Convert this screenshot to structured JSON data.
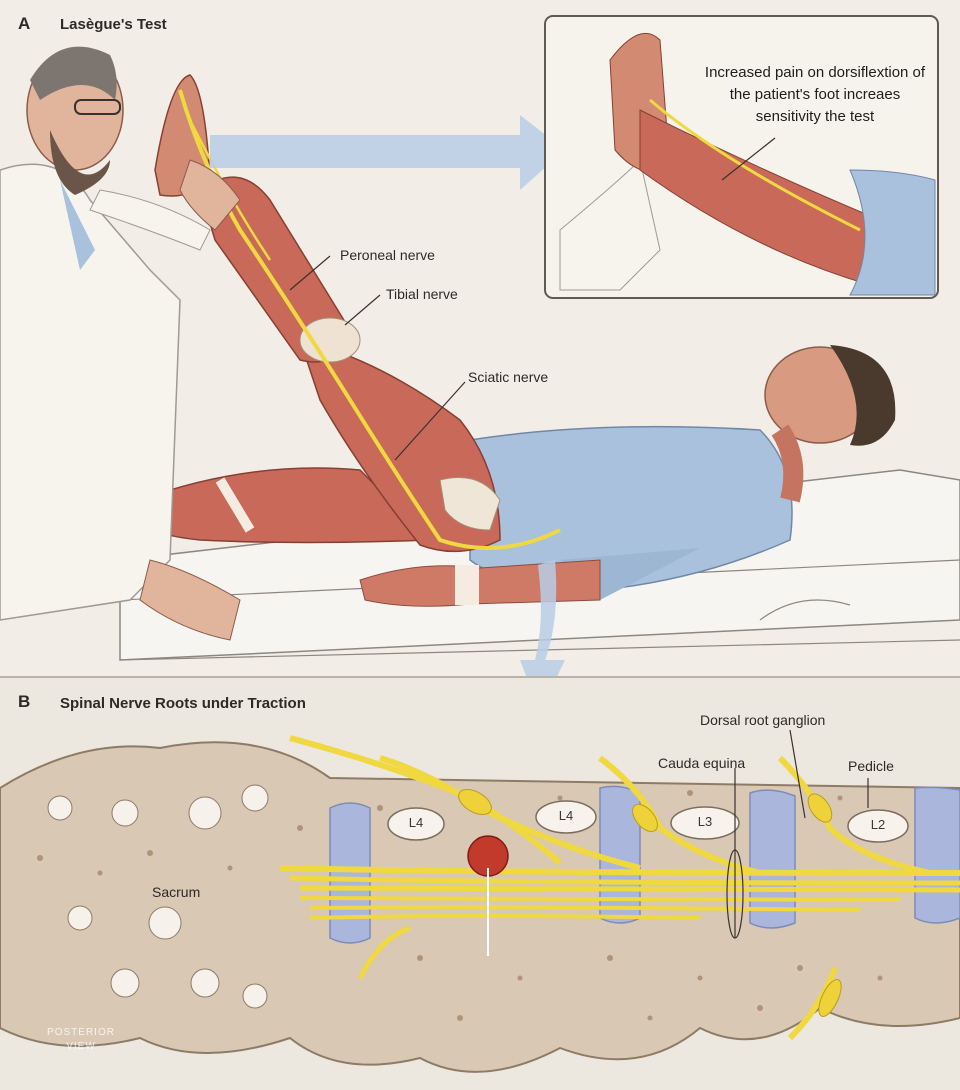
{
  "panel_a": {
    "letter": "A",
    "title": "Lasègue's Test",
    "inset_caption": "Increased pain on dorsiflextion of the patient's foot increaes sensitivity the test",
    "labels": {
      "peroneal": "Peroneal nerve",
      "tibial": "Tibial nerve",
      "sciatic": "Sciatic nerve"
    }
  },
  "panel_b": {
    "letter": "B",
    "title": "Spinal Nerve Roots under Traction",
    "labels": {
      "dorsal_root_ganglion": "Dorsal root ganglion",
      "cauda_equina": "Cauda equina",
      "pedicle": "Pedicle",
      "sacrum": "Sacrum"
    },
    "vertebrae": [
      "L4",
      "L4",
      "L3",
      "L2"
    ],
    "watermark": "POSTERIOR VIEW"
  },
  "colors": {
    "muscle": "#c8695a",
    "nerve": "#f0d840",
    "coat": "#f7f4ee",
    "shirt": "#a9c1dc",
    "bone": "#d8c8b4",
    "disc": "#aab6dc",
    "arrow": "#b9cde6"
  }
}
